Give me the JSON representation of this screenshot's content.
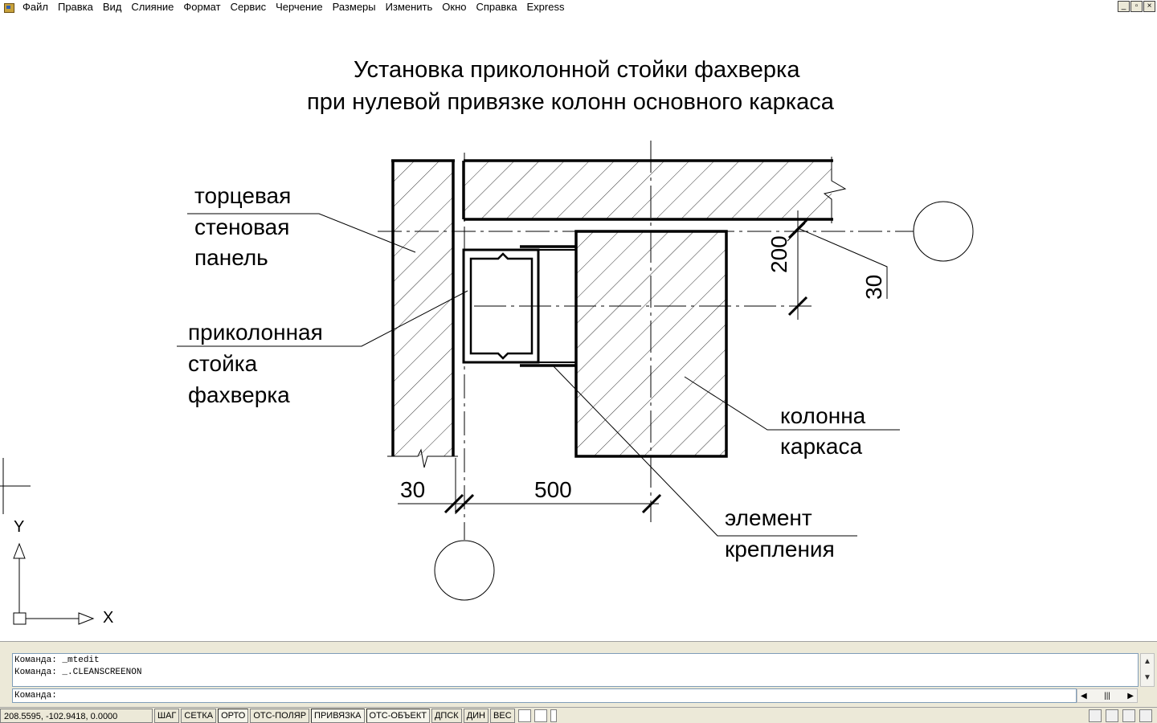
{
  "menu": {
    "items": [
      "Файл",
      "Правка",
      "Вид",
      "Слияние",
      "Формат",
      "Сервис",
      "Черчение",
      "Размеры",
      "Изменить",
      "Окно",
      "Справка",
      "Express"
    ]
  },
  "window_controls": {
    "minimize": "_",
    "restore": "▫",
    "close": "×"
  },
  "drawing": {
    "title_line1": "Установка приколонной стойки фахверка",
    "title_line2": "при нулевой привязке колонн основного каркаса",
    "label_panel": [
      "торцевая",
      "стеновая",
      "панель"
    ],
    "label_stand": [
      "приколонная",
      "стойка",
      "фахверка"
    ],
    "label_column": [
      "колонна",
      "каркаса"
    ],
    "label_element": [
      "элемент",
      "крепления"
    ],
    "dim_200": "200",
    "dim_30_right": "30",
    "dim_30_bottom": "30",
    "dim_500": "500",
    "axis_y": "Y",
    "axis_x": "X"
  },
  "command": {
    "history": [
      "Команда:  _mtedit",
      "Команда:  _.CLEANSCREENON"
    ],
    "prompt": "Команда:"
  },
  "status": {
    "coords": "208.5595, -102.9418, 0.0000",
    "toggles": [
      "ШАГ",
      "СЕТКА",
      "ОРТО",
      "ОТС-ПОЛЯР",
      "ПРИВЯЗКА",
      "ОТС-ОБЪЕКТ",
      "ДПСК",
      "ДИН",
      "ВЕС"
    ]
  },
  "colors": {
    "chrome": "#ece9d8",
    "ink": "#000000",
    "paper": "#ffffff"
  }
}
